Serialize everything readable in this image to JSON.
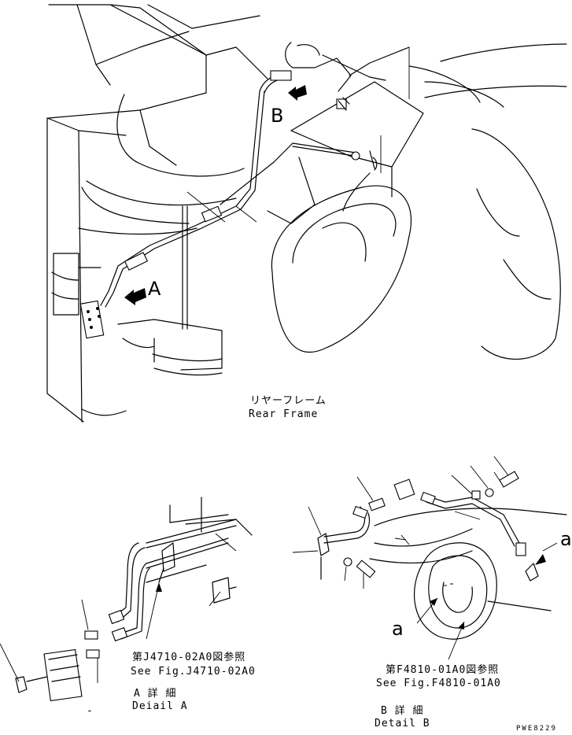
{
  "labels": {
    "main_jp": "リヤーフレーム",
    "main_en": "Rear Frame",
    "view_a": "A",
    "view_b": "B",
    "detail_a_ref_jp": "第J4710-02A0図参照",
    "detail_a_ref_en": "See Fig.J4710-02A0",
    "detail_a_title_jp": "A 詳 細",
    "detail_a_title_en": "Deiail A",
    "detail_b_ref_jp": "第F4810-01A0図参照",
    "detail_b_ref_en": "See Fig.F4810-01A0",
    "detail_b_title_jp": "B 詳 細",
    "detail_b_title_en": "Detail B",
    "callout_a_lower": "a",
    "callout_a_right": "a",
    "drawing_number": "PWE8229",
    "dash_mark": "-"
  },
  "colors": {
    "line": "#000000",
    "background": "#ffffff"
  }
}
